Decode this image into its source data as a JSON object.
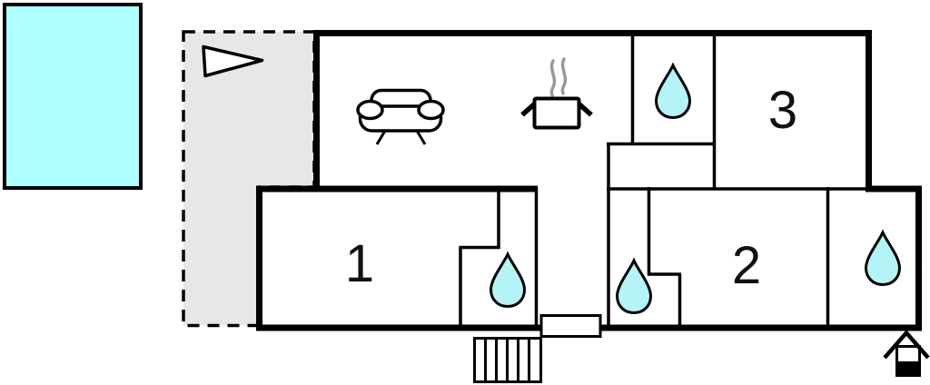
{
  "rooms": {
    "bedroom1": {
      "label": "1"
    },
    "bedroom2": {
      "label": "2"
    },
    "bedroom3": {
      "label": "3"
    }
  },
  "colors": {
    "pool": "#aeffff",
    "water_drop": "#b5f4f6",
    "terrace": "#e7e7e7",
    "wall": "#000000",
    "steam": "#999999",
    "label": "#111111",
    "background": "#ffffff"
  }
}
